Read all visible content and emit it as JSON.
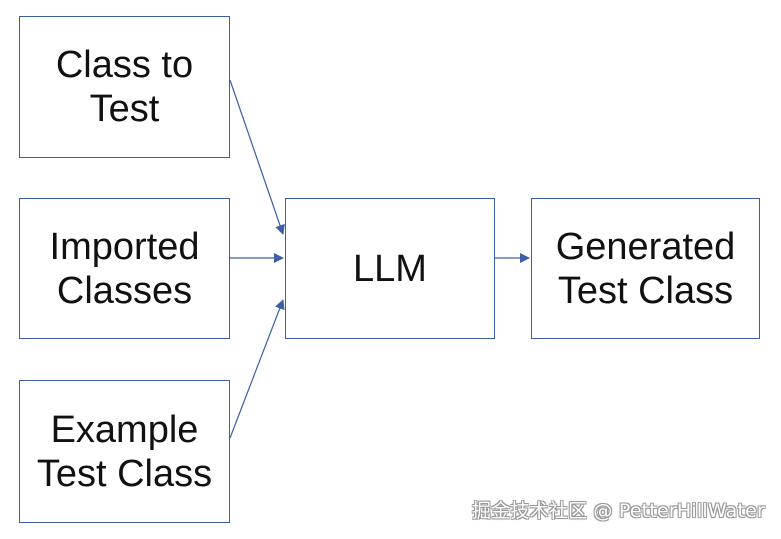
{
  "nodes": {
    "class_to_test": "Class to\nTest",
    "imported_classes": "Imported\nClasses",
    "example_test_class": "Example\nTest Class",
    "llm": "LLM",
    "generated_test_class": "Generated\nTest Class"
  },
  "edges": [
    {
      "from": "class_to_test",
      "to": "llm"
    },
    {
      "from": "imported_classes",
      "to": "llm"
    },
    {
      "from": "example_test_class",
      "to": "llm"
    },
    {
      "from": "llm",
      "to": "generated_test_class"
    }
  ],
  "watermark": "掘金技术社区 @ PetterHillWater",
  "colors": {
    "box_border": "#3b5ea6",
    "arrow": "#3b5ea6",
    "text": "#111111",
    "background": "#ffffff"
  }
}
